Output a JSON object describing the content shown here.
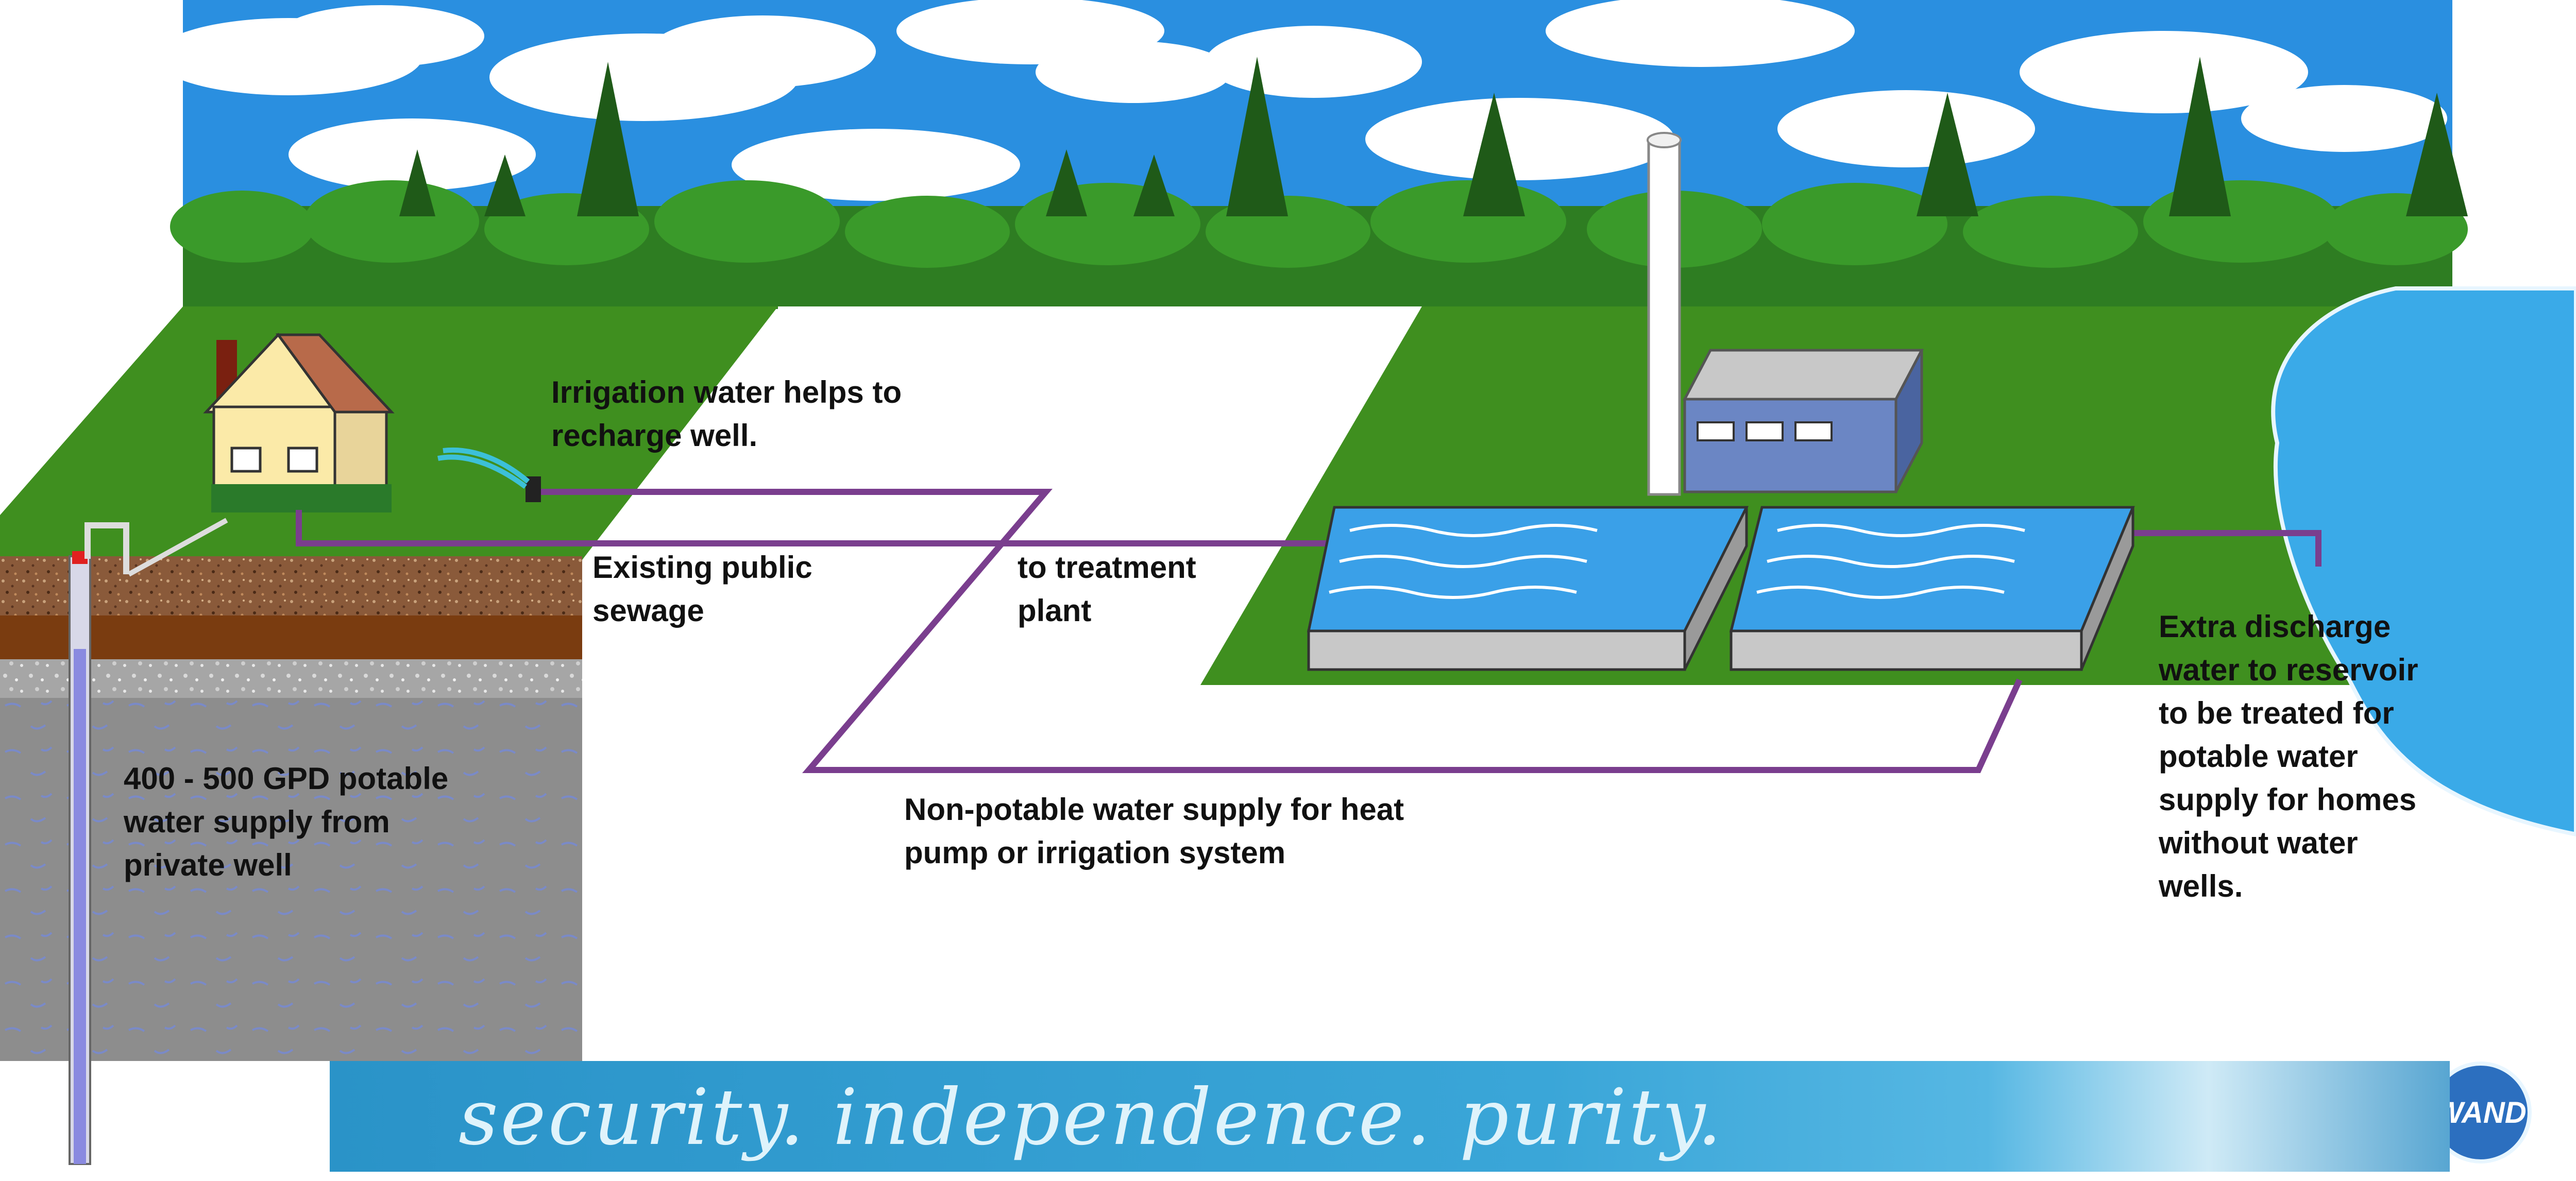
{
  "labels": {
    "irrigation_line1": "Irrigation water helps to",
    "irrigation_line2": "recharge well.",
    "sewage_line1": "Existing public",
    "sewage_line2": "sewage",
    "treatment_line1": "to treatment",
    "treatment_line2": "plant",
    "well_line1": "400 - 500 GPD potable",
    "well_line2": "water supply from",
    "well_line3": "private well",
    "nonpotable_line1": "Non-potable water supply for heat",
    "nonpotable_line2": "pump or irrigation system",
    "discharge_line1": "Extra discharge",
    "discharge_line2": "water to reservoir",
    "discharge_line3": "to be treated for",
    "discharge_line4": "potable water",
    "discharge_line5": "supply for homes",
    "discharge_line6": "without water",
    "discharge_line7": "wells."
  },
  "banner": {
    "slogan": "security. independence. purity.",
    "logo_text": "WAND"
  },
  "colors": {
    "sky": "#2a8fe0",
    "cloud": "#ffffff",
    "grass": "#3f8f1f",
    "forest": "#2e7d22",
    "pine": "#1f5a18",
    "soil_top": "#7a4a2a",
    "soil_dark": "#7a3c10",
    "bedrock": "#8a8a8a",
    "pipe": "#7a3e8e",
    "pool_water": "#3aa0e8",
    "reservoir": "#3aaae8",
    "factory_wall": "#6b86c4",
    "banner_text": "#dff3fb",
    "label_text": "#111111"
  }
}
